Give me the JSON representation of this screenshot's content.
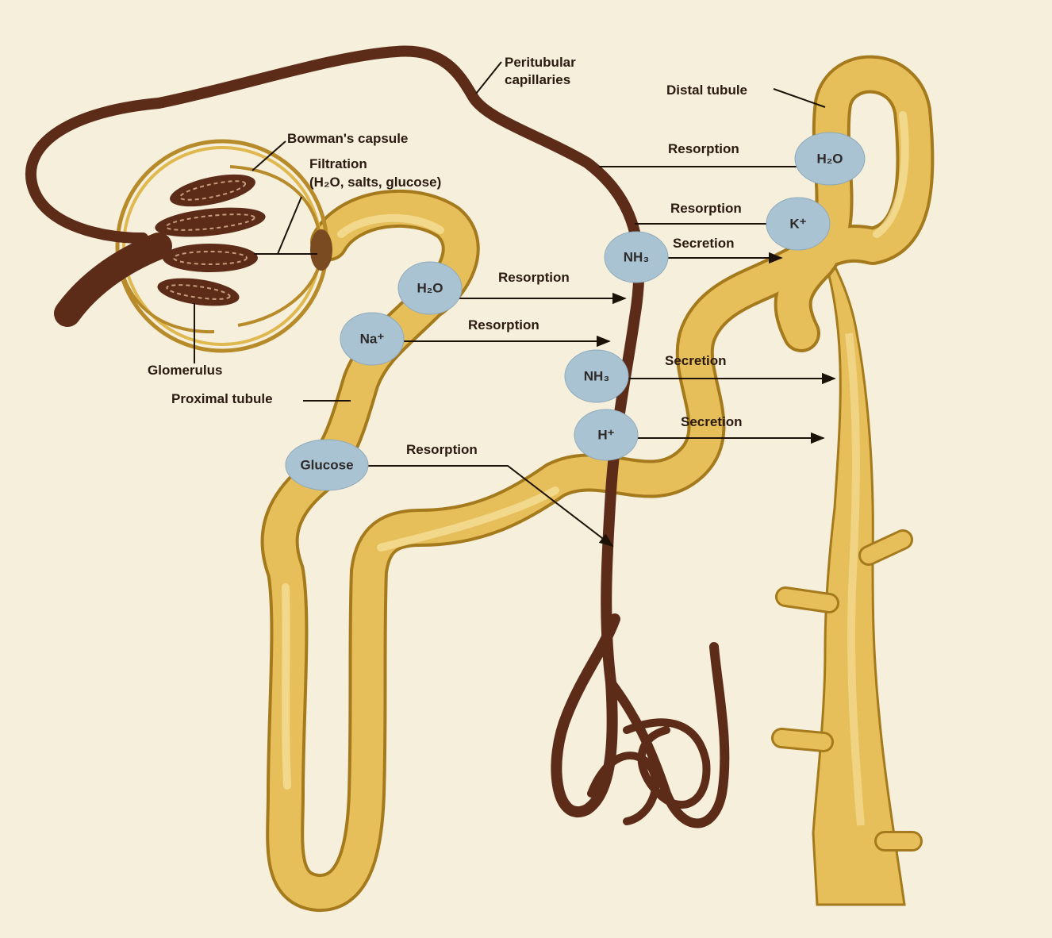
{
  "labels": {
    "peritubular": [
      "Peritubular",
      "capillaries"
    ],
    "distal": "Distal tubule",
    "bowman": "Bowman's capsule",
    "filtration": [
      "Filtration",
      "(H₂O, salts, glucose)"
    ],
    "glomerulus": "Glomerulus",
    "proximal": "Proximal tubule",
    "resorption": "Resorption",
    "secretion": "Secretion"
  },
  "ions": {
    "h2o_distal": "H₂O",
    "k": "K⁺",
    "nh3_top": "NH₃",
    "h2o_proximal": "H₂O",
    "na": "Na⁺",
    "nh3_mid": "NH₃",
    "h": "H⁺",
    "glucose": "Glucose"
  },
  "colors": {
    "background": "#f5efdc",
    "tubule": "#e6be5a",
    "tubule_edge": "#a57a1c",
    "capillary": "#5c2c18",
    "ion_circle": "#a9c3d3",
    "arrow": "#1c1208"
  }
}
